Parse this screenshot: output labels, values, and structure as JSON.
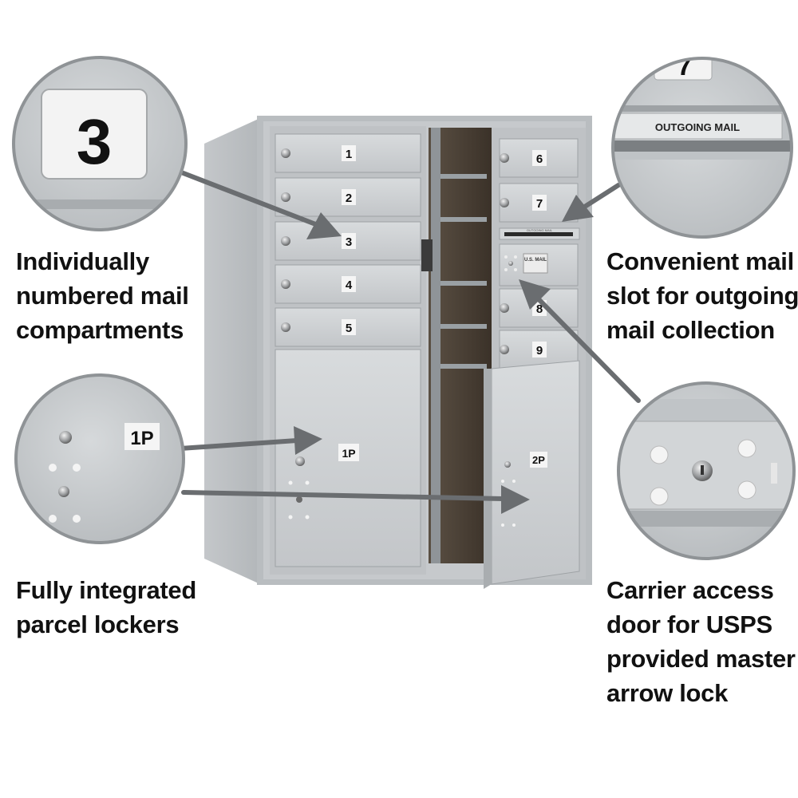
{
  "mailbox": {
    "door_numbers": [
      "1",
      "2",
      "3",
      "4",
      "5",
      "6",
      "7",
      "8",
      "9"
    ],
    "parcel_labels": [
      "1P",
      "2P"
    ],
    "outgoing_plate": "OUTGOING MAIL",
    "usps_tag": "U.S. MAIL"
  },
  "callouts": {
    "compartment_zoom_number": "3",
    "slot_zoom_number": "7",
    "slot_zoom_plate": "OUTGOING MAIL",
    "parcel_zoom_label": "1P"
  },
  "captions": {
    "compartments": [
      "Individually",
      "numbered mail",
      "compartments"
    ],
    "slot": [
      "Convenient mail",
      "slot for outgoing",
      "mail collection"
    ],
    "parcel": [
      "Fully integrated",
      "parcel lockers"
    ],
    "carrier": [
      "Carrier access",
      "door for USPS",
      "provided master",
      "arrow lock"
    ]
  },
  "colors": {
    "aluminum": "#c9ccce",
    "aluminum_dark": "#9ea2a5",
    "interior": "#4a3f33",
    "arrow": "#6a6d70",
    "text": "#111111"
  }
}
